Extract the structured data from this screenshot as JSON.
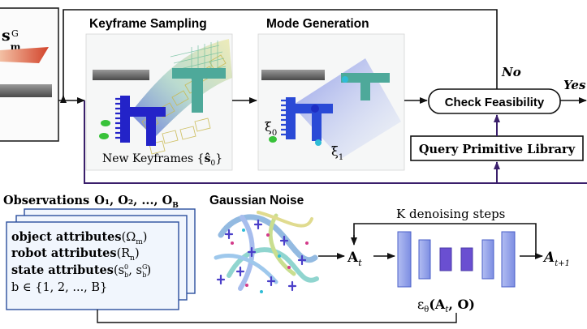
{
  "top": {
    "left_label_base": "s",
    "left_label_sup": "G",
    "left_label_sub": "m",
    "keyframe_title": "Keyframe Sampling",
    "keyframe_caption": "New Keyframes {",
    "keyframe_caption_sym": "ŝ",
    "keyframe_caption_sub": "0",
    "keyframe_caption_end": "}",
    "mode_title": "Mode Generation",
    "xi0_base": "ξ",
    "xi0_sub": "0",
    "xi1_base": "ξ",
    "xi1_sub": "1",
    "no_label": "No",
    "yes_label": "Yes",
    "check_label": "Check Feasibility",
    "query_label": "Query Primitive Library"
  },
  "bottom": {
    "observations_label": "Observations",
    "observations_math": "O₁, O₂, ..., O",
    "observations_sub": "B",
    "attr_object": "object attributes",
    "attr_object_math": "(Ω",
    "attr_object_sub": "m",
    "attr_object_end": ")",
    "attr_robot": "robot attributes",
    "attr_robot_math": "(R",
    "attr_robot_sub": "n",
    "attr_robot_end": ")",
    "attr_state": "state attributes",
    "attr_state_math": "(s",
    "attr_state_sup1": "0",
    "attr_state_sub1": "b",
    "attr_state_mid": ", s",
    "attr_state_sup2": "G",
    "attr_state_sub2": "b",
    "attr_state_end": ")",
    "index_line": "b ∈ {1, 2, ..., B}",
    "noise_title": "Gaussian Noise",
    "k_steps": "K denoising steps",
    "a_t_base": "A",
    "a_t_sub": "t",
    "a_next_base": "A",
    "a_next_sub": "t+1",
    "eps_label": "ε",
    "eps_sub": "θ",
    "eps_args": "(A",
    "eps_args_sub": "t",
    "eps_args_end": ", O)"
  },
  "colors": {
    "feedback_arrow": "#3a1f6b",
    "unet_light": "#8f9ee8",
    "unet_dark": "#6a4fd1",
    "obs_border": "#2b4f9e",
    "obs_fill": "#f1f6fd",
    "gripper_blue": "#2323c8",
    "t_shape_teal": "#4ea99a"
  }
}
